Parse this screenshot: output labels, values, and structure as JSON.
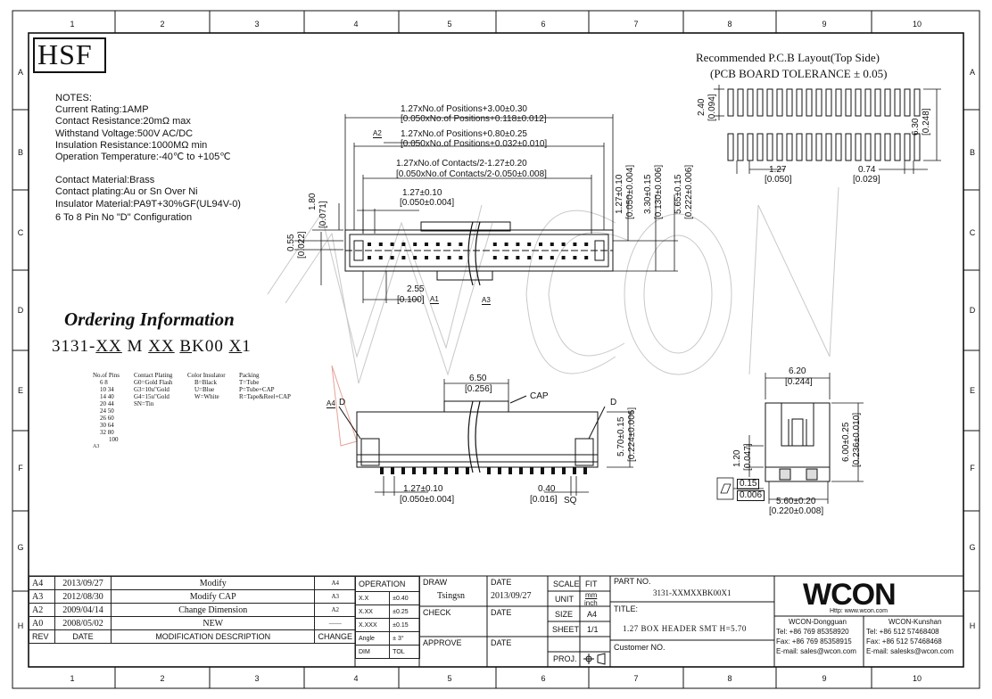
{
  "zones": {
    "top": [
      "1",
      "2",
      "3",
      "4",
      "5",
      "6",
      "7",
      "8",
      "9",
      "10"
    ],
    "side": [
      "A",
      "B",
      "C",
      "D",
      "E",
      "F",
      "G",
      "H"
    ]
  },
  "brand": "HSF",
  "pcb_title": "Recommended P.C.B Layout(Top Side)",
  "pcb_tol": "(PCB BOARD TOLERANCE ± 0.05)",
  "notes": [
    "NOTES:",
    "Current Rating:1AMP",
    "Contact Resistance:20mΩ  max",
    "Withstand Voltage:500V AC/DC",
    "Insulation Resistance:1000MΩ min",
    "Operation Temperature:-40℃ to +105℃",
    "",
    "Contact Material:Brass",
    "Contact plating:Au or Sn Over Ni",
    "Insulator Material:PA9T+30%GF(UL94V-0)",
    "6 To 8 Pin No \"D\" Configuration"
  ],
  "dims": {
    "top1": "1.27xNo.of Positions+3.00±0.30",
    "top1b": "[0.050xNo.of Positions+0.118±0.012]",
    "top2": "1.27xNo.of Positions+0.80±0.25",
    "top2b": "[0.050xNo.of Positions+0.032±0.010]",
    "top3": "1.27xNo.of Contacts/2-1.27±0.20",
    "top3b": "[0.050xNo.of Contacts/2-0.050±0.008]",
    "pitch": "1.27±0.10",
    "pitchb": "[0.050±0.004]",
    "h180": "1.80",
    "h180b": "[0.071]",
    "h055": "0.55",
    "h055b": "[0.022]",
    "p255": "2.55",
    "p255b": "[0.100]",
    "v127": "1.27±0.10",
    "v127b": "[0.050±0.004]",
    "v330": "3.30±0.15",
    "v330b": "[0.130±0.006]",
    "v565": "5.65±0.15",
    "v565b": "[0.222±0.006]",
    "pcb240": "2.40",
    "pcb240b": "[0.094]",
    "pcb630": "6.30",
    "pcb630b": "[0.248]",
    "pcb127": "1.27",
    "pcb127b": "[0.050]",
    "pcb074": "0.74",
    "pcb074b": "[0.029]",
    "w650": "6.50",
    "w650b": "[0.256]",
    "cap": "CAP",
    "d": "D",
    "h570": "5.70±0.15",
    "h570b": "[0.224±0.006]",
    "b127": "1.27±0.10",
    "b127b": "[0.050±0.004]",
    "sq040": "0.40",
    "sq040b": "[0.016]",
    "sq": "SQ",
    "s620": "6.20",
    "s620b": "[0.244]",
    "s600": "6.00±0.25",
    "s600b": "[0.236±0.010]",
    "s120": "1.20",
    "s120b": "[0.047]",
    "s560": "5.60±0.20",
    "s560b": "[0.220±0.008]",
    "flat1": "0.15",
    "flat2": "0.006"
  },
  "ordering_title": "Ordering Information",
  "part_number": {
    "prefix": "3131-",
    "a": "XX",
    "m": " M ",
    "b": "XX",
    "sp": " ",
    "c": "B",
    "k": "K",
    "zz": "00 ",
    "d": "X",
    "one": "1"
  },
  "pins_head": "No.of Pins",
  "pins": [
    "6   8",
    "10  34",
    "14  40",
    "20  44",
    "24  50",
    "26  60",
    "30  64",
    "32  80",
    "100"
  ],
  "plating_head": "Contact Plating",
  "plating": [
    "G0=Gold Flash",
    "G3=10u\"Gold",
    "G4=15u\"Gold",
    "SN=Tin"
  ],
  "insulator_head": "Color Insulator",
  "insulator": [
    "B=Black",
    "U=Blue",
    "W=White"
  ],
  "packing_head": "Packing",
  "packing": [
    "T=Tube",
    "P=Tube+CAP",
    "R=Tape&Reel+CAP"
  ],
  "revisions": [
    {
      "rev": "A4",
      "date": "2013/09/27",
      "desc": "Modify",
      "chg": "A4"
    },
    {
      "rev": "A3",
      "date": "2012/08/30",
      "desc": "Modify CAP",
      "chg": "A3"
    },
    {
      "rev": "A2",
      "date": "2009/04/14",
      "desc": "Change Dimension",
      "chg": "A2"
    },
    {
      "rev": "A0",
      "date": "2008/05/02",
      "desc": "NEW",
      "chg": "——"
    }
  ],
  "rev_head": {
    "rev": "REV",
    "date": "DATE",
    "desc": "MODIFICATION DESCRIPTION",
    "chg": "CHANGE"
  },
  "tolerance": {
    "head": "OPERATION",
    "rows": [
      [
        "X.X",
        "±0.40"
      ],
      [
        "X.XX",
        "±0.25"
      ],
      [
        "X.XXX",
        "±0.15"
      ],
      [
        "Angle",
        "± 3°"
      ]
    ],
    "foot": [
      "DIM",
      "TOL"
    ]
  },
  "title_block": {
    "draw": "DRAW",
    "drawer": "Tsingsn",
    "date": "DATE",
    "date_val": "2013/09/27",
    "check": "CHECK",
    "approve": "APPROVE",
    "scale": "SCALE",
    "scale_val": "FIT",
    "unit": "UNIT",
    "unit_val1": "mm",
    "unit_val2": "inch",
    "size": "SIZE",
    "size_val": "A4",
    "sheet": "SHEET",
    "sheet_val": "1/1",
    "proj": "PROJ.",
    "part_no": "PART NO.",
    "part_no_val": "3131-XXMXXBK00X1",
    "title": "TITLE:",
    "title_val": "1.27 BOX HEADER SMT H=5.70",
    "customer": "Customer NO."
  },
  "company": {
    "logo": "WCON",
    "url": "Http: www.wcon.com",
    "dg_name": "WCON-Dongguan",
    "dg_tel": "Tel: +86 769 85358920",
    "dg_fax": "Fax: +86 769 85358915",
    "dg_mail": "E-mail: sales@wcon.com",
    "ks_name": "WCON-Kunshan",
    "ks_tel": "Tel: +86 512 57468408",
    "ks_fax": "Fax: +86 512 57468468",
    "ks_mail": "E-mail: salesks@wcon.com"
  },
  "revision_marks": [
    "A2",
    "A1",
    "A3",
    "A4",
    "A3"
  ]
}
